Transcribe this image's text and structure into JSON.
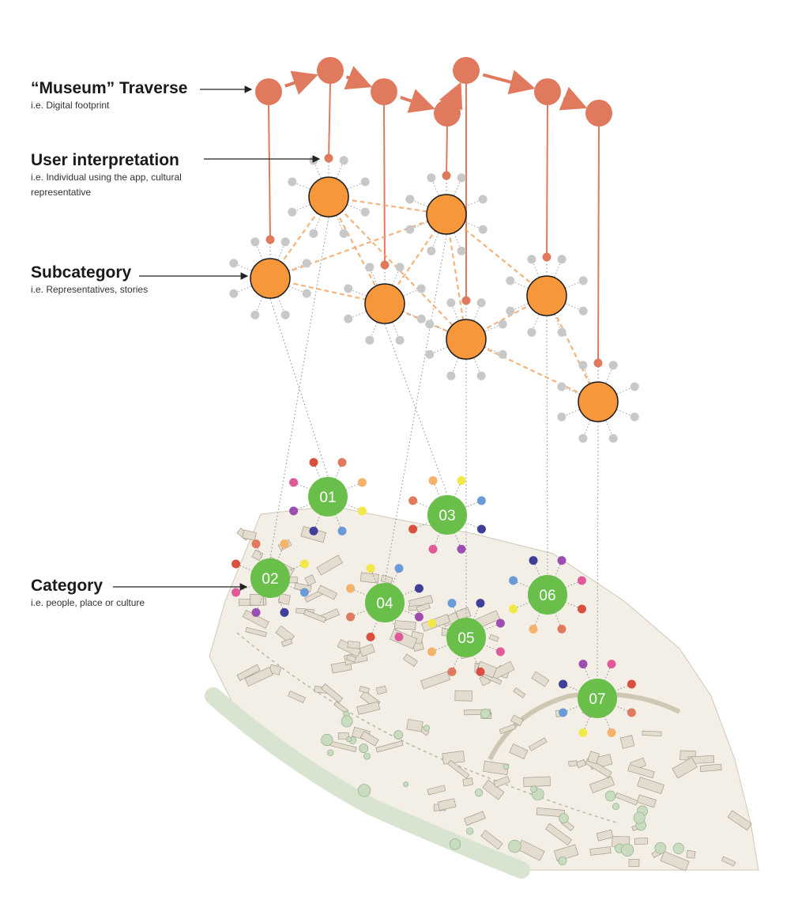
{
  "labels": {
    "traverse": {
      "title": "“Museum” Traverse",
      "sub": "i.e. Digital footprint"
    },
    "user": {
      "title": "User interpretation",
      "sub": "i.e. Individual using the app, cultural representative"
    },
    "subcategory": {
      "title": "Subcategory",
      "sub": "i.e. Representatives, stories"
    },
    "category": {
      "title": "Category",
      "sub": "i.e. people, place or culture"
    }
  },
  "categories": [
    "01",
    "02",
    "03",
    "04",
    "05",
    "06",
    "07"
  ],
  "colors": {
    "traverse": "#e07a5f",
    "traverse_line": "#e07a5f",
    "subcategory": "#f5973a",
    "satellite": "#c8c8c8",
    "category": "#6abf4b",
    "dot_palette": [
      "#e07a5f",
      "#f5b26b",
      "#f2e84a",
      "#6a9bd8",
      "#3f3f9a",
      "#9c4fb0",
      "#e05a9a",
      "#d9503f"
    ]
  }
}
